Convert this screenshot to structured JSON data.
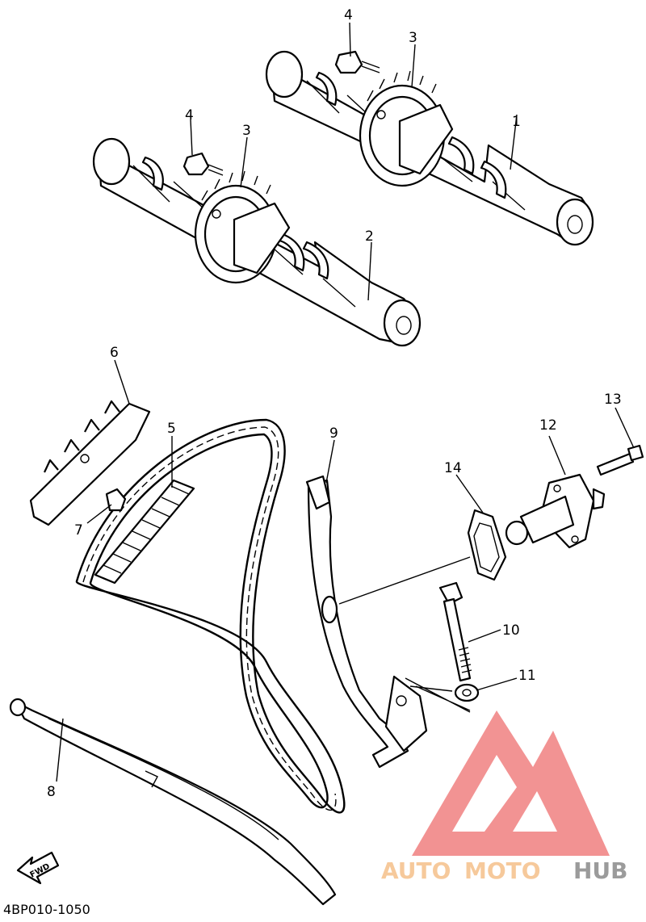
{
  "callouts": {
    "c1": "1",
    "c2": "2",
    "c3a": "3",
    "c3b": "3",
    "c4a": "4",
    "c4b": "4",
    "c5": "5",
    "c6": "6",
    "c7": "7",
    "c8": "8",
    "c9": "9",
    "c10": "10",
    "c11": "11",
    "c12": "12",
    "c13": "13",
    "c14": "14"
  },
  "fwd_label": "FWD",
  "diagram_code": "4BP010-1050",
  "watermark": {
    "auto": "AUTO",
    "moto": "MOTO",
    "hub": "HUB",
    "color_red": "#f08080",
    "color_orange": "#f5c08a",
    "color_dark": "#8a8a8a"
  }
}
